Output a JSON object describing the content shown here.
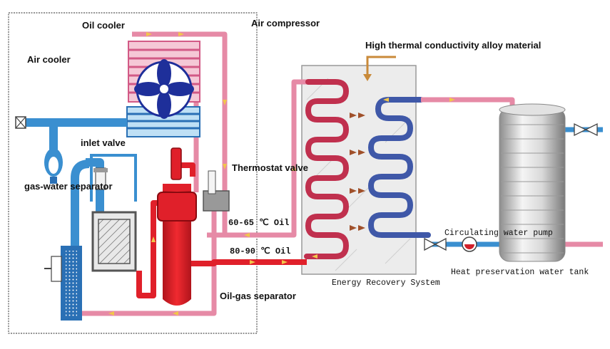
{
  "labels": {
    "oil_cooler": "Oil cooler",
    "air_compressor": "Air compressor",
    "air_cooler": "Air cooler",
    "high_thermal": "High thermal conductivity alloy material",
    "inlet_valve": "inlet valve",
    "gas_water_separator": "gas-water separator",
    "thermostat_valve": "Thermostat valve",
    "oil_60_65": "60-65 ℃ Oil",
    "oil_80_90": "80-90 ℃ Oil",
    "oil_gas_separator": "Oil-gas separator",
    "energy_recovery": "Energy Recovery System",
    "circulating_pump": "Circulating water pump",
    "water_tank": "Heat preservation water tank"
  },
  "colors": {
    "hot_oil": "#e0202a",
    "warm_oil": "#e68aa6",
    "water": "#3a8fd0",
    "cold_coil": "#3f58a8",
    "fan": "#1e2f9a",
    "arrow": "#f1c64a",
    "tank": "#c9c9c9"
  }
}
